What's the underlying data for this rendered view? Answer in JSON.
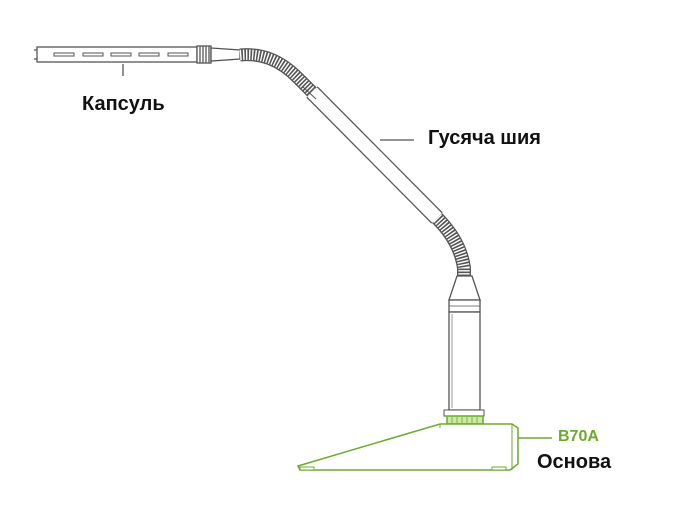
{
  "labels": {
    "capsule": "Капсуль",
    "gooseneck": "Гусяча шия",
    "model": "B70A",
    "base": "Основа"
  },
  "colors": {
    "line": "#555555",
    "accent": "#6aab2c",
    "accent_fill": "#cde8a8",
    "text": "#111111"
  }
}
